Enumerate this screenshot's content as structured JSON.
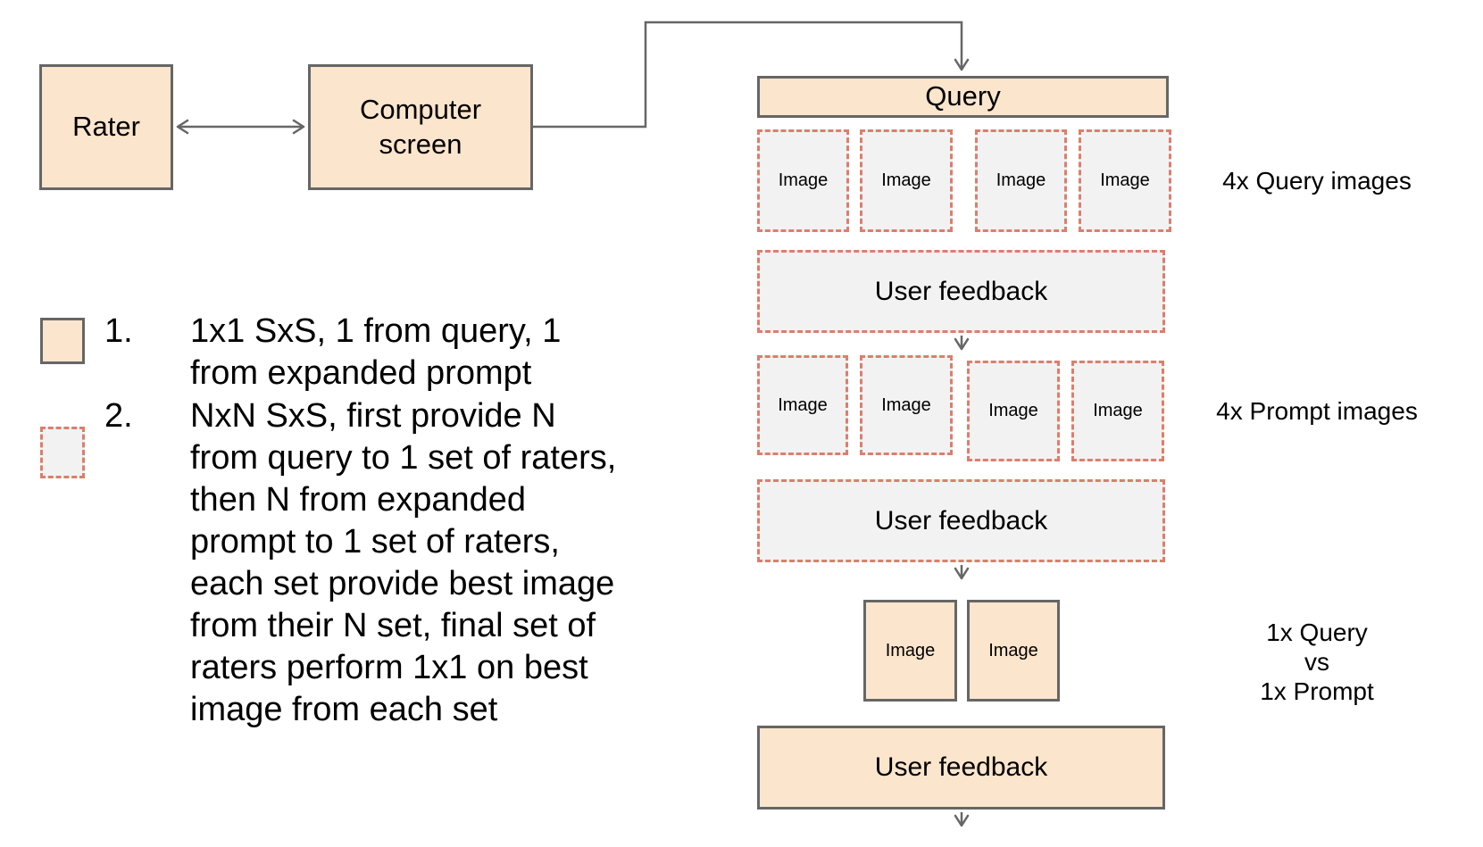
{
  "diagram": {
    "rater": "Rater",
    "computer_screen": "Computer screen",
    "query": "Query",
    "image": "Image",
    "user_feedback": "User feedback"
  },
  "legend": {
    "items": [
      {
        "number": "1.",
        "text": "1x1 SxS, 1 from query, 1\nfrom expanded prompt"
      },
      {
        "number": "2.",
        "text": "NxN SxS, first provide N\nfrom query to 1 set of raters,\nthen N from expanded\nprompt to 1 set of raters,\neach set provide best image\nfrom their N set, final set of\nraters perform 1x1 on best\nimage from each set"
      }
    ]
  },
  "annotations": {
    "row1": "4x Query images",
    "row2": "4x Prompt images",
    "final": "1x Query\nvs\n1x Prompt"
  },
  "colors": {
    "peach_fill": "#fce5cd",
    "gray_fill": "#f2f2f2",
    "dashed_border": "#dd7e6b",
    "solid_border": "#666666",
    "connector": "#666666",
    "text": "#000000"
  }
}
